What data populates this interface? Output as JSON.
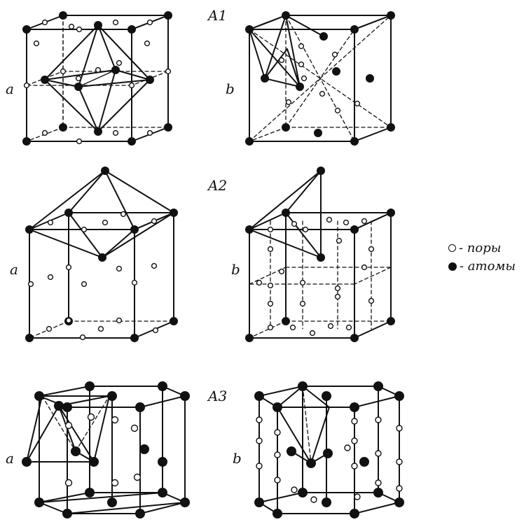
{
  "labels": {
    "a1": "A1",
    "a2": "A2",
    "a3": "A3",
    "a_top": "a",
    "b_top": "b",
    "a_mid": "a",
    "b_mid": "b",
    "a_bot": "a",
    "b_bot": "b"
  },
  "legend": {
    "pores_text": "- поры",
    "atoms_text": "- атомы",
    "pores_icon": "open-circle-icon",
    "atoms_icon": "filled-circle-icon"
  },
  "colors": {
    "ink": "#111111",
    "paper": "#ffffff"
  }
}
